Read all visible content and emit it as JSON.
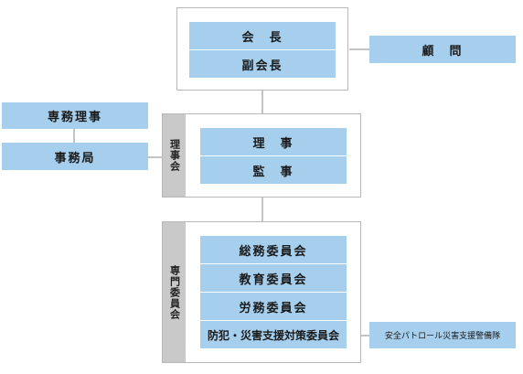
{
  "top": {
    "president": "会　長",
    "vice_president": "副会長"
  },
  "advisor": "顧　問",
  "secretariat": {
    "executive_director": "専務理事",
    "office": "事務局"
  },
  "board": {
    "side_label": "理事会",
    "director": "理　事",
    "auditor": "監　事"
  },
  "committees": {
    "side_label": "専門委員会",
    "items": [
      "総務委員会",
      "教育委員会",
      "労務委員会",
      "防犯・災害支援対策委員会"
    ]
  },
  "patrol": "安全パトロール災害支援警備隊"
}
